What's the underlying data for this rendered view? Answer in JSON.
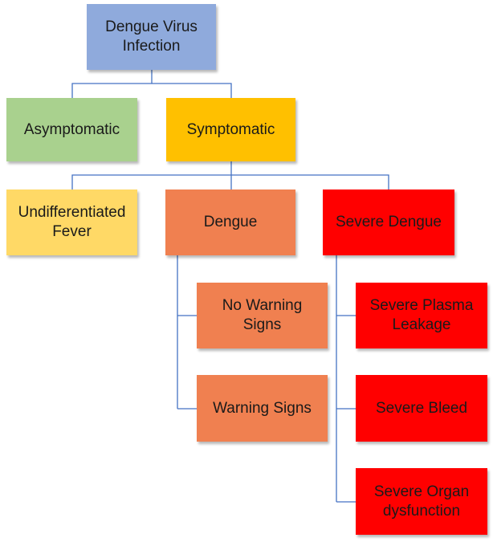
{
  "diagram": {
    "nodes": {
      "root": {
        "label": "Dengue Virus\nInfection",
        "color": "#8faadc"
      },
      "asymptomatic": {
        "label": "Asymptomatic",
        "color": "#a9d18e"
      },
      "symptomatic": {
        "label": "Symptomatic",
        "color": "#ffc000"
      },
      "undifferentiated_fever": {
        "label": "Undifferentiated\nFever",
        "color": "#ffd966"
      },
      "dengue": {
        "label": "Dengue",
        "color": "#f08050"
      },
      "severe_dengue": {
        "label": "Severe Dengue",
        "color": "#ff0000"
      },
      "no_warning_signs": {
        "label": "No Warning\nSigns",
        "color": "#f08050"
      },
      "warning_signs": {
        "label": "Warning Signs",
        "color": "#f08050"
      },
      "severe_plasma_leakage": {
        "label": "Severe Plasma\nLeakage",
        "color": "#ff0000"
      },
      "severe_bleed": {
        "label": "Severe Bleed",
        "color": "#ff0000"
      },
      "severe_organ_dysfunction": {
        "label": "Severe Organ\ndysfunction",
        "color": "#ff0000"
      }
    },
    "edges": [
      [
        "root",
        "asymptomatic"
      ],
      [
        "root",
        "symptomatic"
      ],
      [
        "symptomatic",
        "undifferentiated_fever"
      ],
      [
        "symptomatic",
        "dengue"
      ],
      [
        "symptomatic",
        "severe_dengue"
      ],
      [
        "dengue",
        "no_warning_signs"
      ],
      [
        "dengue",
        "warning_signs"
      ],
      [
        "severe_dengue",
        "severe_plasma_leakage"
      ],
      [
        "severe_dengue",
        "severe_bleed"
      ],
      [
        "severe_dengue",
        "severe_organ_dysfunction"
      ]
    ],
    "connector_color": "#4472c4"
  }
}
